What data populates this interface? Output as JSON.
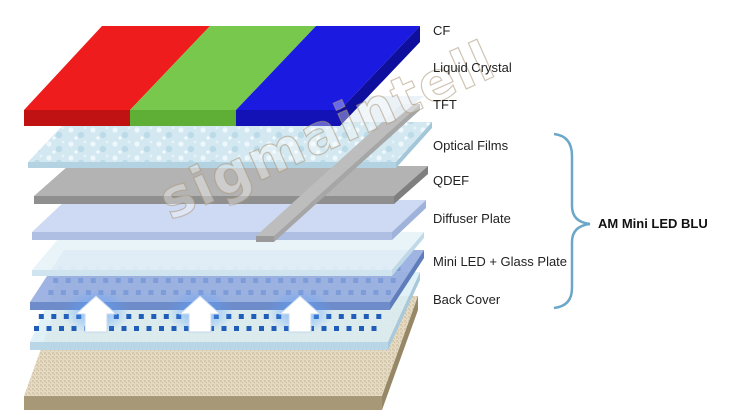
{
  "layers": [
    {
      "id": "cf",
      "label": "CF"
    },
    {
      "id": "liquid-crystal",
      "label": "Liquid Crystal"
    },
    {
      "id": "tft",
      "label": "TFT"
    },
    {
      "id": "optical-films",
      "label": "Optical Films"
    },
    {
      "id": "qdef",
      "label": "QDEF"
    },
    {
      "id": "diffuser-plate",
      "label": "Diffuser Plate"
    },
    {
      "id": "mini-led-glass-plate",
      "label": "Mini LED + Glass Plate"
    },
    {
      "id": "back-cover",
      "label": "Back Cover"
    }
  ],
  "group": {
    "label": "AM Mini LED BLU"
  },
  "watermark": {
    "text": "sigmaintell"
  },
  "colors": {
    "red": "#ee1c1c",
    "green": "#79c84e",
    "blue": "#1a1ae0",
    "tft": "#bdbdbd",
    "qdef": "#b3b3b3",
    "diffuser": "#c9d6f2",
    "optical": "#e8f0f6",
    "glass": "#8ea7dd",
    "led": "#1f5db8",
    "brace": "#6ba7c8"
  }
}
